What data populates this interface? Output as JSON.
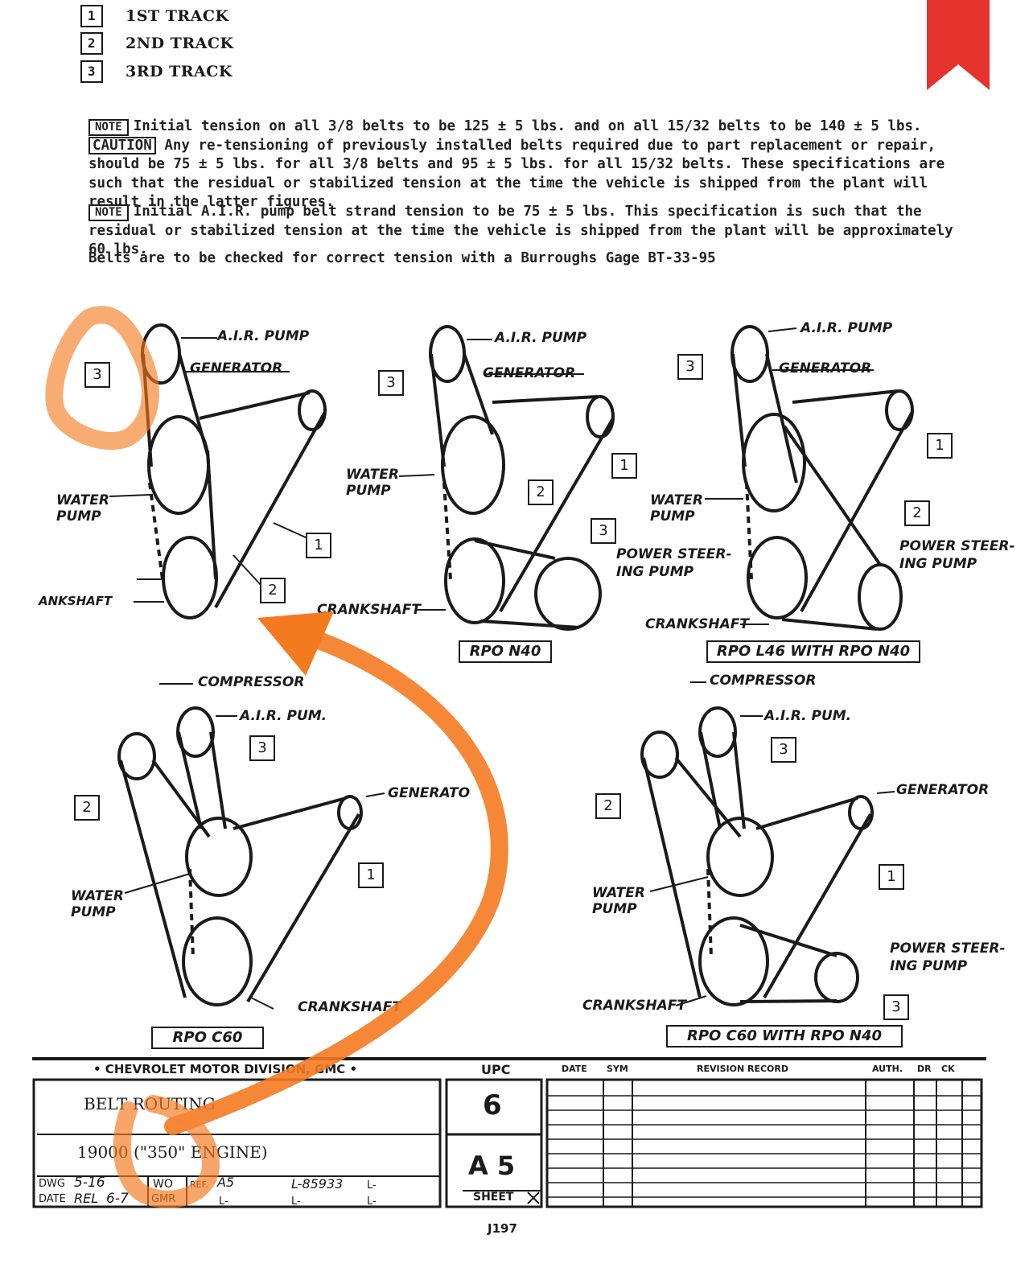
{
  "legend": [
    {
      "num": "1",
      "label": "1ST TRACK"
    },
    {
      "num": "2",
      "label": "2ND TRACK"
    },
    {
      "num": "3",
      "label": "3RD TRACK"
    }
  ],
  "notes": {
    "note_tag": "NOTE",
    "note1_a": "Initial tension on all 3/8 belts to be 125 ± 5 lbs. and on all 15/32 belts to be 140 ± 5 lbs.",
    "caution_tag": "CAUTION",
    "note1_b": "Any re-tensioning of previously installed belts required due to part replacement or repair, should be 75 ± 5 lbs. for all 3/8 belts and 95 ± 5 lbs. for all 15/32 belts. These specifications are such that the residual or stabilized tension at the time the vehicle is shipped from the plant will result in the latter figures.",
    "note2": "Initial A.I.R. pump belt strand tension to be 75 ± 5 lbs. This specification is such that the residual or stabilized tension at the time the vehicle is shipped from the plant will be approximately 60 lbs.",
    "gauge": "Belts are to be checked for correct tension with a Burroughs Gage BT-33-95"
  },
  "labels": {
    "air_pump": "A.I.R. PUMP",
    "air_pum": "A.I.R. PUM.",
    "generator": "GENERATOR",
    "generator_cut": "GENERATO",
    "water": "WATER",
    "pump": "PUMP",
    "crankshaft": "CRANKSHAFT",
    "crankshaft_cut": "ANKSHAFT",
    "power_steer": "POWER STEER-",
    "ing_pump": "ING PUMP",
    "compressor": "COMPRESSOR",
    "compress_cut": "COMPRESSOR"
  },
  "rpo": {
    "n40": "RPO N40",
    "l46": "RPO L46 WITH RPO N40",
    "c60": "RPO C60",
    "c60n40": "RPO C60 WITH RPO N40"
  },
  "title_block": {
    "division": "• CHEVROLET MOTOR DIVISION, GMC •",
    "title": "BELT ROUTING",
    "subtitle": "19000 (\"350\" ENGINE)",
    "upc_label": "UPC",
    "upc": "6",
    "section": "A 5",
    "sheet": "SHEET",
    "dwg": "DWG",
    "dwg_val": "5-16",
    "date": "DATE",
    "rel": "REL",
    "rel_val": "6-7",
    "wo": "WO",
    "gmr": "GMR",
    "ref": "REF.",
    "ref_val": "A5",
    "l_num": "L-85933",
    "l_blank": "L-",
    "rev_headers": [
      "DATE",
      "SYM",
      "REVISION RECORD",
      "AUTH.",
      "DR",
      "CK"
    ]
  },
  "page_number": "J197",
  "colors": {
    "annotation": "#f47a20",
    "bookmark": "#e5322d",
    "ink": "#1a1a1a"
  }
}
